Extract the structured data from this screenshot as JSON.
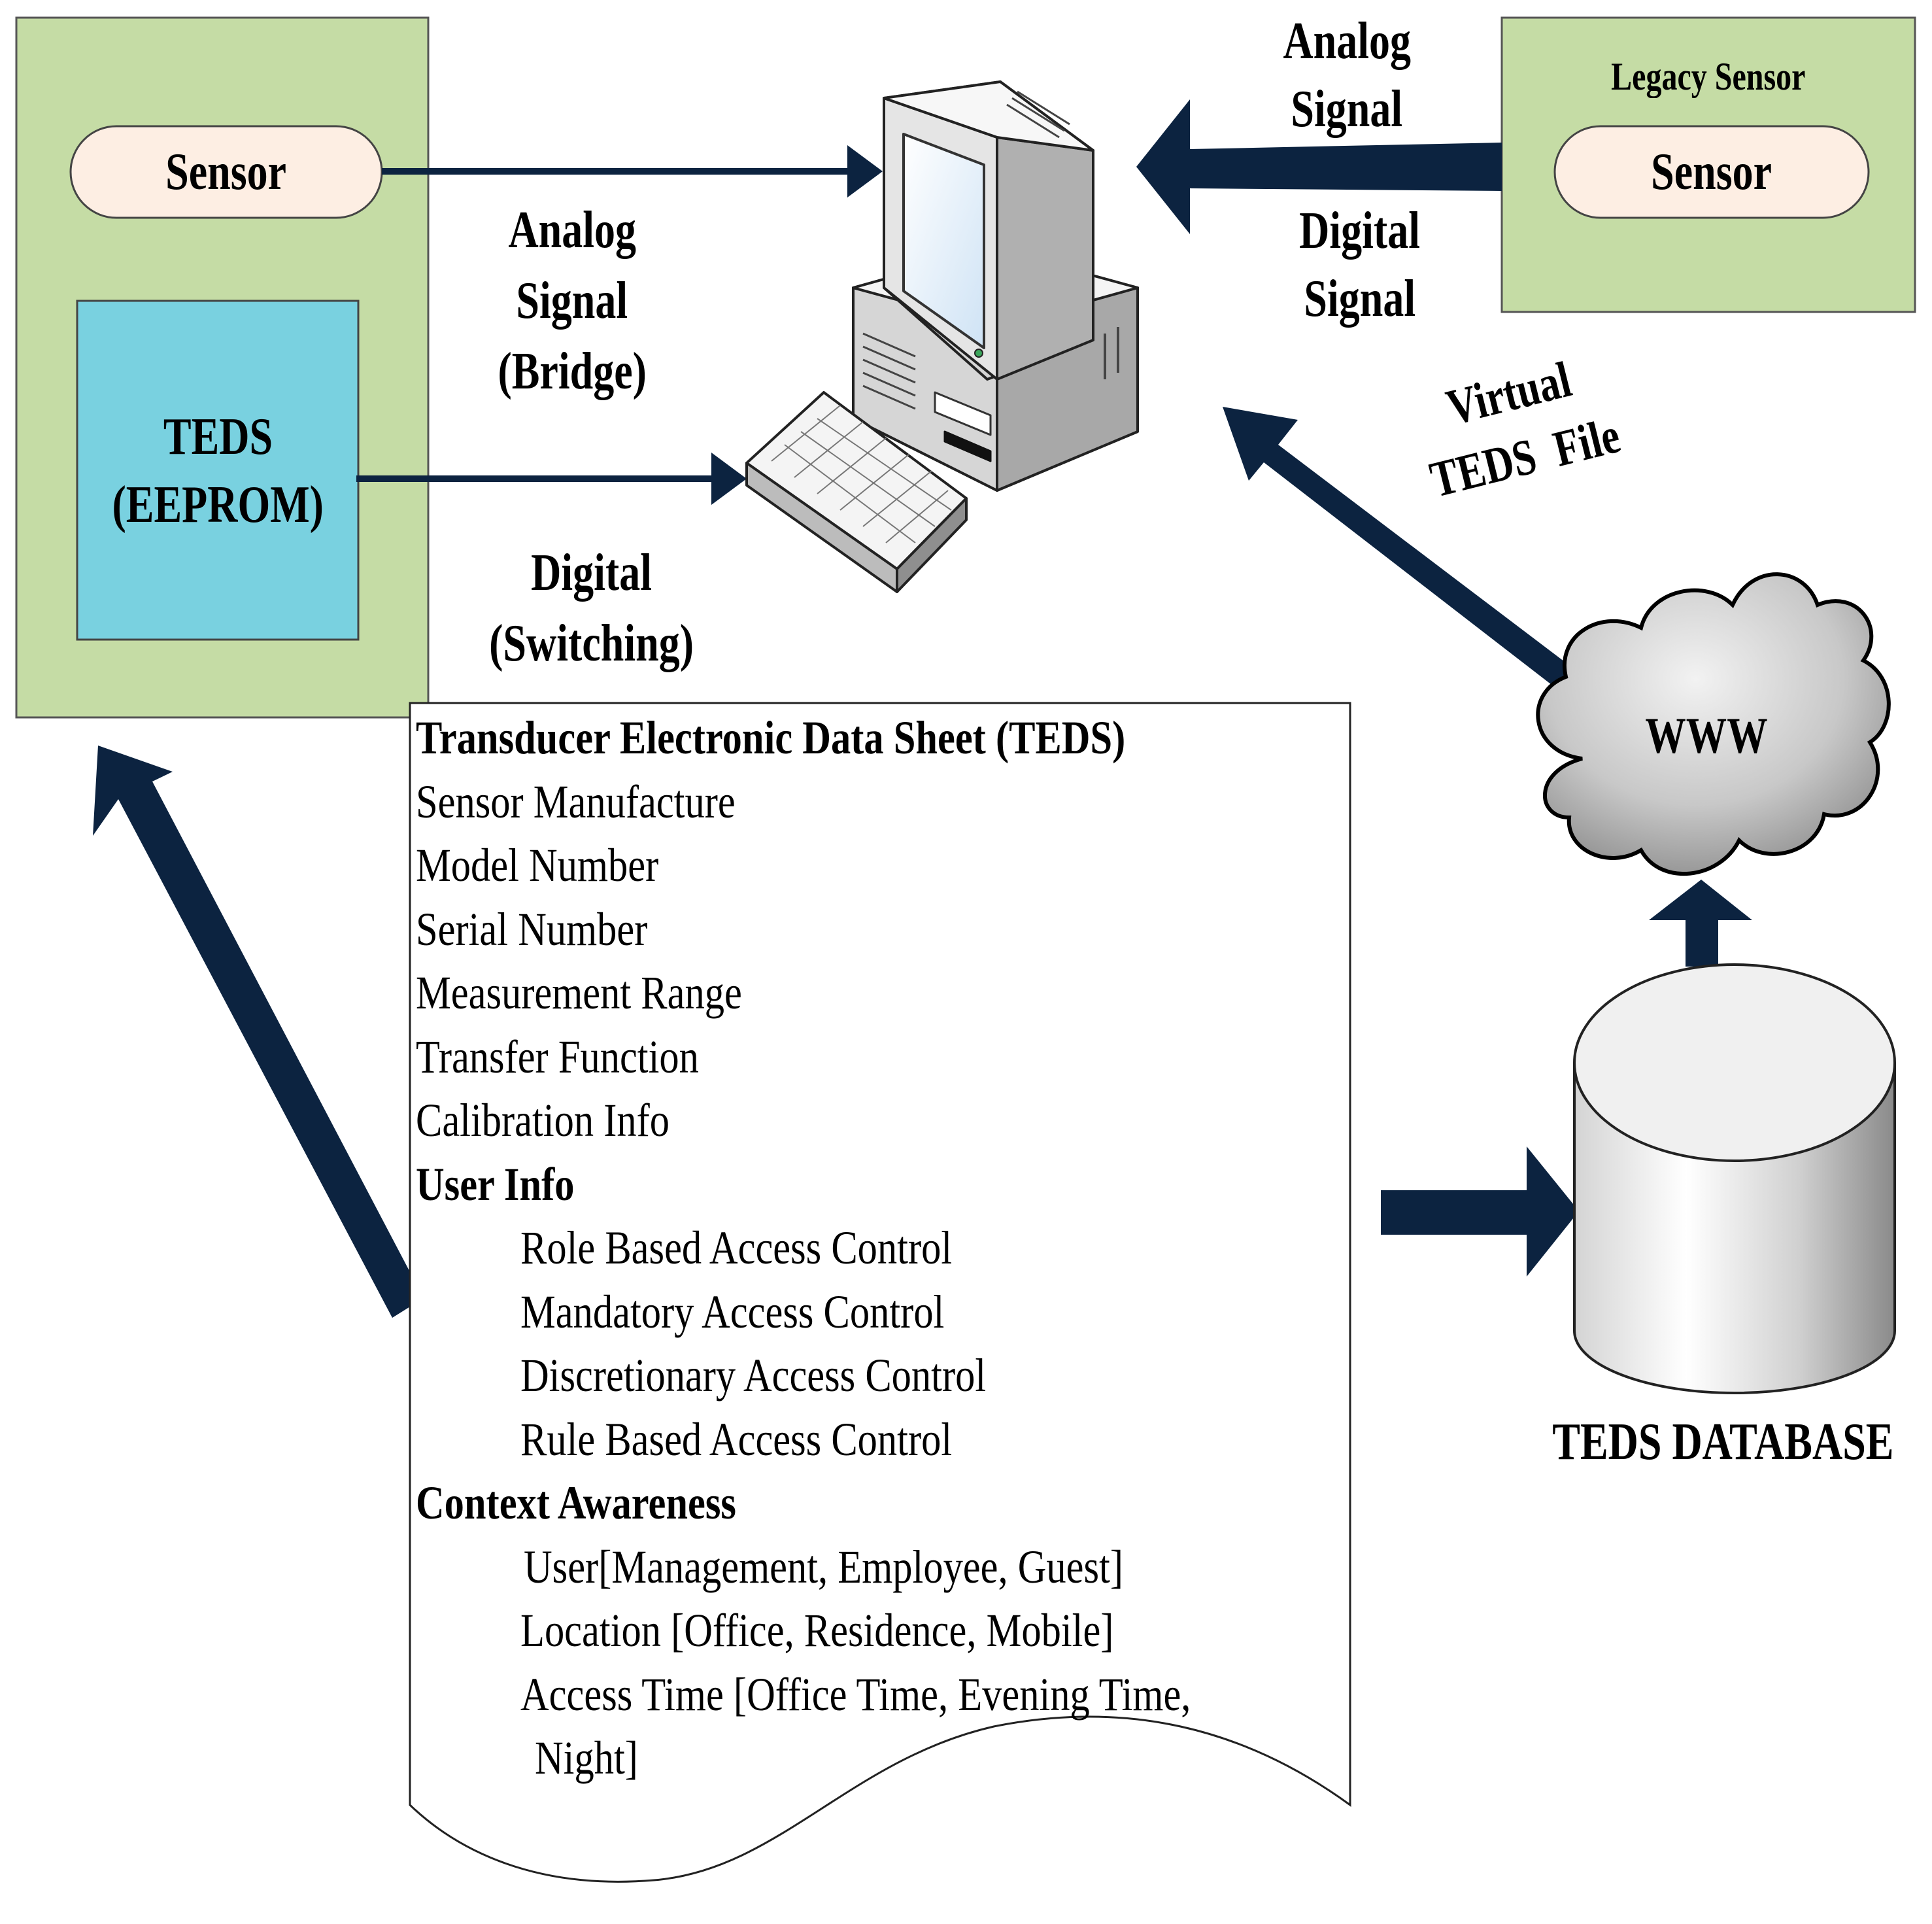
{
  "colors": {
    "arrow": "#0c2340",
    "panel": "#c5dca5",
    "sensor_fill": "#fdeee3",
    "teds_fill": "#79d1e0"
  },
  "left_panel": {
    "sensor": "Sensor",
    "teds_line1": "TEDS",
    "teds_line2": "(EEPROM)"
  },
  "legacy_panel": {
    "title": "Legacy Sensor",
    "sensor": "Sensor"
  },
  "labels": {
    "analog_bridge": [
      "Analog",
      "Signal",
      "(Bridge)"
    ],
    "digital_switching": [
      "Digital",
      "(Switching)"
    ],
    "legacy_analog": [
      "Analog",
      "Signal"
    ],
    "legacy_digital": [
      "Digital",
      "Signal"
    ],
    "virtual_teds": [
      "Virtual",
      "TEDS  File"
    ],
    "www": "WWW",
    "teds_database": "TEDS DATABASE"
  },
  "icons": {
    "computer": "desktop-computer-icon",
    "keyboard": "keyboard-icon",
    "cloud": "cloud-icon",
    "database": "database-cylinder-icon"
  },
  "teds_document": {
    "title": "Transducer Electronic Data Sheet (TEDS)",
    "fields": [
      "Sensor Manufacture",
      "Model Number",
      "Serial Number",
      "Measurement Range",
      "Transfer Function",
      "Calibration Info"
    ],
    "user_info_heading": "User Info",
    "user_info_items": [
      "Role Based Access Control",
      "Mandatory Access Control",
      "Discretionary Access Control",
      "Rule Based Access Control"
    ],
    "context_heading": "Context Awareness",
    "context_items": [
      "User[Management, Employee, Guest]",
      "Location [Office, Residence, Mobile]",
      "Access Time [Office Time, Evening Time,"
    ],
    "context_item_cont": "Night]"
  }
}
